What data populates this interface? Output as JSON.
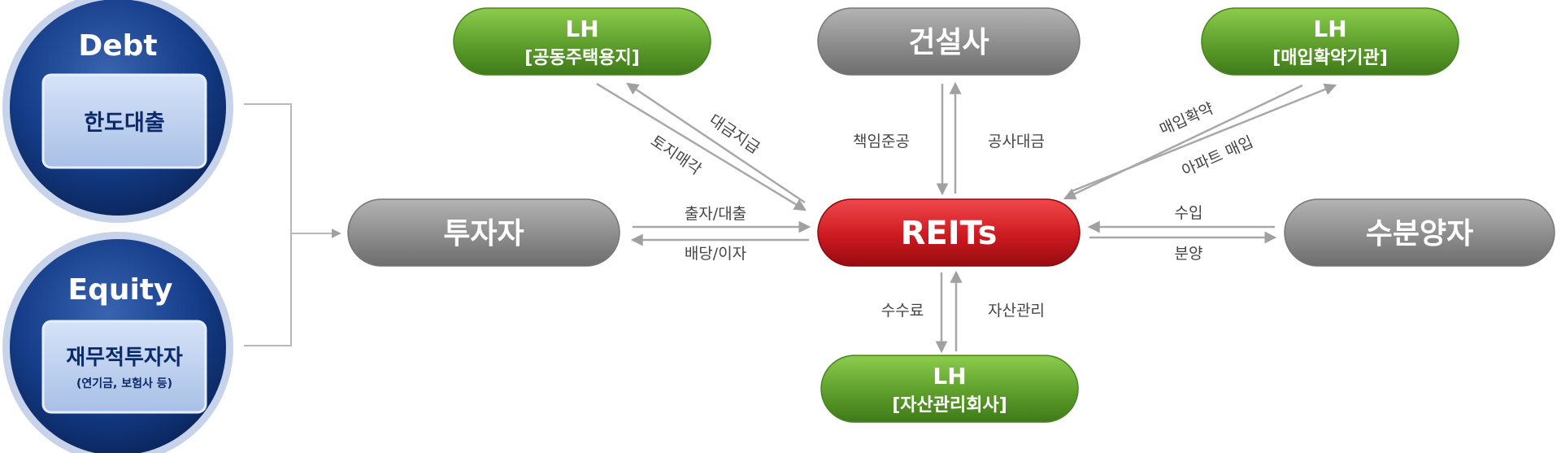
{
  "sources": {
    "debt": {
      "title": "Debt",
      "item": "한도대출"
    },
    "equity": {
      "title": "Equity",
      "item": "재무적투자자",
      "note": "(연기금, 보험사 등)"
    }
  },
  "nodes": {
    "reits": "REITs",
    "investor": "투자자",
    "constructor": "건설사",
    "buyer": "수분양자",
    "lh_land": {
      "line1": "LH",
      "line2": "[공동주택용지]"
    },
    "lh_purchase": {
      "line1": "LH",
      "line2": "[매입확약기관]"
    },
    "lh_asset": {
      "line1": "LH",
      "line2": "[자산관리회사]"
    }
  },
  "edges": {
    "investor_to_reits": "출자/대출",
    "reits_to_investor": "배당/이자",
    "reits_to_land": "대금지급",
    "land_to_reits": "토지매각",
    "reits_to_constructor": "공사대금",
    "constructor_to_reits": "책임준공",
    "reits_to_purchase": "매입확약",
    "purchase_to_reits": "아파트 매입",
    "buyer_to_reits": "수입",
    "reits_to_buyer": "분양",
    "reits_to_asset": "수수료",
    "asset_to_reits": "자산관리"
  },
  "colors": {
    "navy": "#0d2f74",
    "green": "#5a9a2a",
    "gray": "#8a8a8a",
    "red": "#c8181e"
  }
}
